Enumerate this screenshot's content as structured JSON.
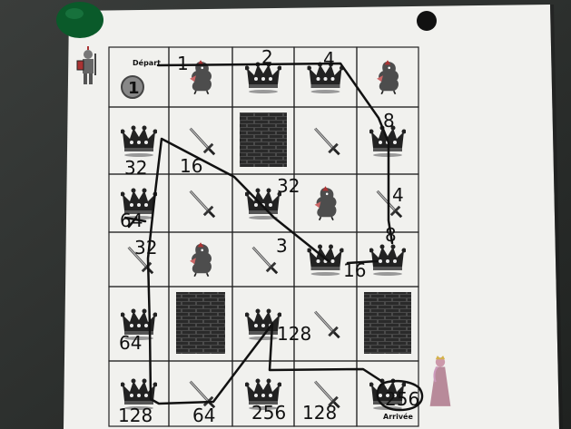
{
  "board": {
    "start_label": "Départ",
    "start_number": "1",
    "arrival_label": "Arrivée",
    "arrival_number": "256"
  },
  "grid": {
    "rows": [
      [
        "start",
        "dragon",
        "crown",
        "crown",
        "dragon"
      ],
      [
        "crown",
        "sword",
        "wall",
        "sword",
        "crown"
      ],
      [
        "crown",
        "sword",
        "crown",
        "dragon",
        "sword"
      ],
      [
        "sword",
        "dragon",
        "sword",
        "crown",
        "crown"
      ],
      [
        "crown",
        "wall",
        "crown",
        "sword",
        "wall"
      ],
      [
        "crown",
        "sword",
        "crown",
        "sword",
        "crown"
      ]
    ]
  },
  "handwriting": [
    {
      "id": "n1",
      "text": "1"
    },
    {
      "id": "n2",
      "text": "2"
    },
    {
      "id": "n4a",
      "text": "4"
    },
    {
      "id": "n8a",
      "text": "8"
    },
    {
      "id": "n4b",
      "text": "4"
    },
    {
      "id": "n8b",
      "text": "8"
    },
    {
      "id": "n16a",
      "text": "16"
    },
    {
      "id": "n3",
      "text": "3"
    },
    {
      "id": "n32a",
      "text": "32"
    },
    {
      "id": "n16b",
      "text": "16"
    },
    {
      "id": "n32b",
      "text": "32"
    },
    {
      "id": "n64a",
      "text": "64"
    },
    {
      "id": "n32c",
      "text": "32"
    },
    {
      "id": "n64b",
      "text": "64"
    },
    {
      "id": "n128a",
      "text": "128"
    },
    {
      "id": "n128b",
      "text": "128"
    },
    {
      "id": "n64c",
      "text": "64"
    },
    {
      "id": "n256a",
      "text": "256"
    },
    {
      "id": "n128c",
      "text": "128"
    },
    {
      "id": "n256b",
      "text": "256"
    }
  ],
  "icons": [
    "knight-icon",
    "princess-icon",
    "dragon-icon",
    "crown-icon",
    "sword-icon",
    "brick-wall-icon",
    "magnet-icon"
  ],
  "colors": {
    "background": "#2b2e2c",
    "paper": "#f2f2ef",
    "ink": "#111111",
    "magnet_green": "#0a5a2a",
    "magnet_black": "#111111"
  }
}
